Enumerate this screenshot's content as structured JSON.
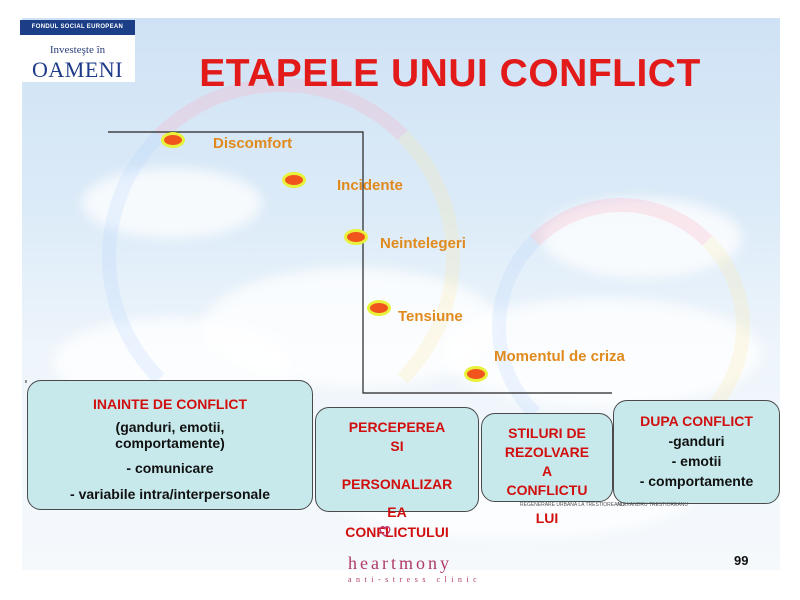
{
  "logo": {
    "top_text": "FONDUL SOCIAL EUROPEAN",
    "mid_text": "Investeşte în",
    "big_text": "OAMENI"
  },
  "title": "ETAPELE UNUI CONFLICT",
  "stages": [
    {
      "label": "Discomfort"
    },
    {
      "label": "Incidente"
    },
    {
      "label": "Neintelegeri"
    },
    {
      "label": "Tensiune"
    },
    {
      "label": "Momentul de criza"
    }
  ],
  "boxes": {
    "inainte": {
      "title": "INAINTE DE CONFLICT",
      "line2": "(ganduri, emotii, comportamente)",
      "line3": "- comunicare",
      "line4": "- variabile intra/interpersonale"
    },
    "perceperea": {
      "line1": "PERCEPEREA",
      "line2": "SI",
      "line3": "PERSONALIZAR",
      "line4": "EA",
      "line5": "CONFLICTULUI"
    },
    "stiluri": {
      "line1": "STILURI DE",
      "line2": "REZOLVARE",
      "line3": "A",
      "line4": "CONFLICTU",
      "line5": "LUI"
    },
    "dupa": {
      "title": "DUPA CONFLICT",
      "line2": "-ganduri",
      "line3": "- emotii",
      "line4": "- comportamente"
    }
  },
  "tiny_credits": [
    "REGENERARE URBANA LA TRESTIOREANU",
    "ALEXANDRU TRESTIOREANU"
  ],
  "brand": {
    "name": "heartmony",
    "tagline": "anti-stress clinic"
  },
  "page_number": "99"
}
